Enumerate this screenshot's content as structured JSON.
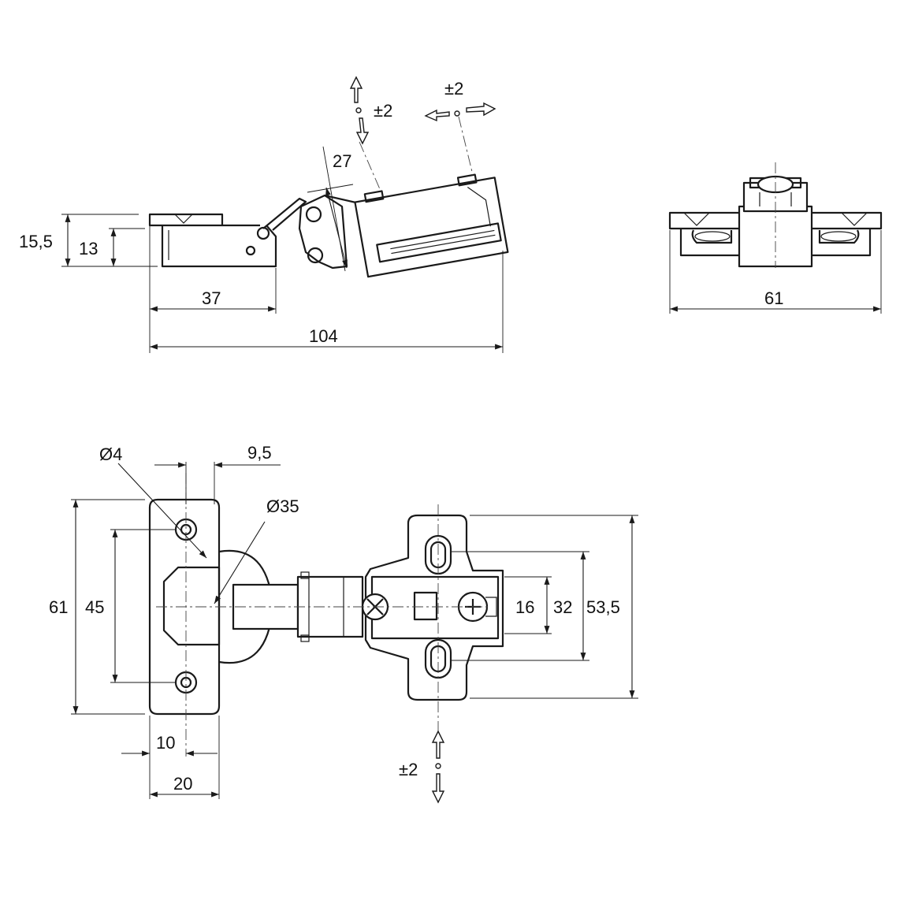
{
  "side_view": {
    "dims": {
      "overall_height": "15,5",
      "plate_height": "13",
      "cup_offset": "27",
      "plate_length": "37",
      "overall_length": "104"
    },
    "adjust_vertical": "±2",
    "adjust_horizontal": "±2"
  },
  "end_view": {
    "dims": {
      "width": "61"
    }
  },
  "plan_view": {
    "dims": {
      "screw_hole_dia": "Ø4",
      "hole_offset": "9,5",
      "cup_dia": "Ø35",
      "cup_height": "61",
      "hole_spacing": "45",
      "hole_edge": "10",
      "cup_width": "20",
      "slot_small": "16",
      "slot_spacing": "32",
      "plate_height": "53,5"
    },
    "adjust_depth": "±2"
  }
}
